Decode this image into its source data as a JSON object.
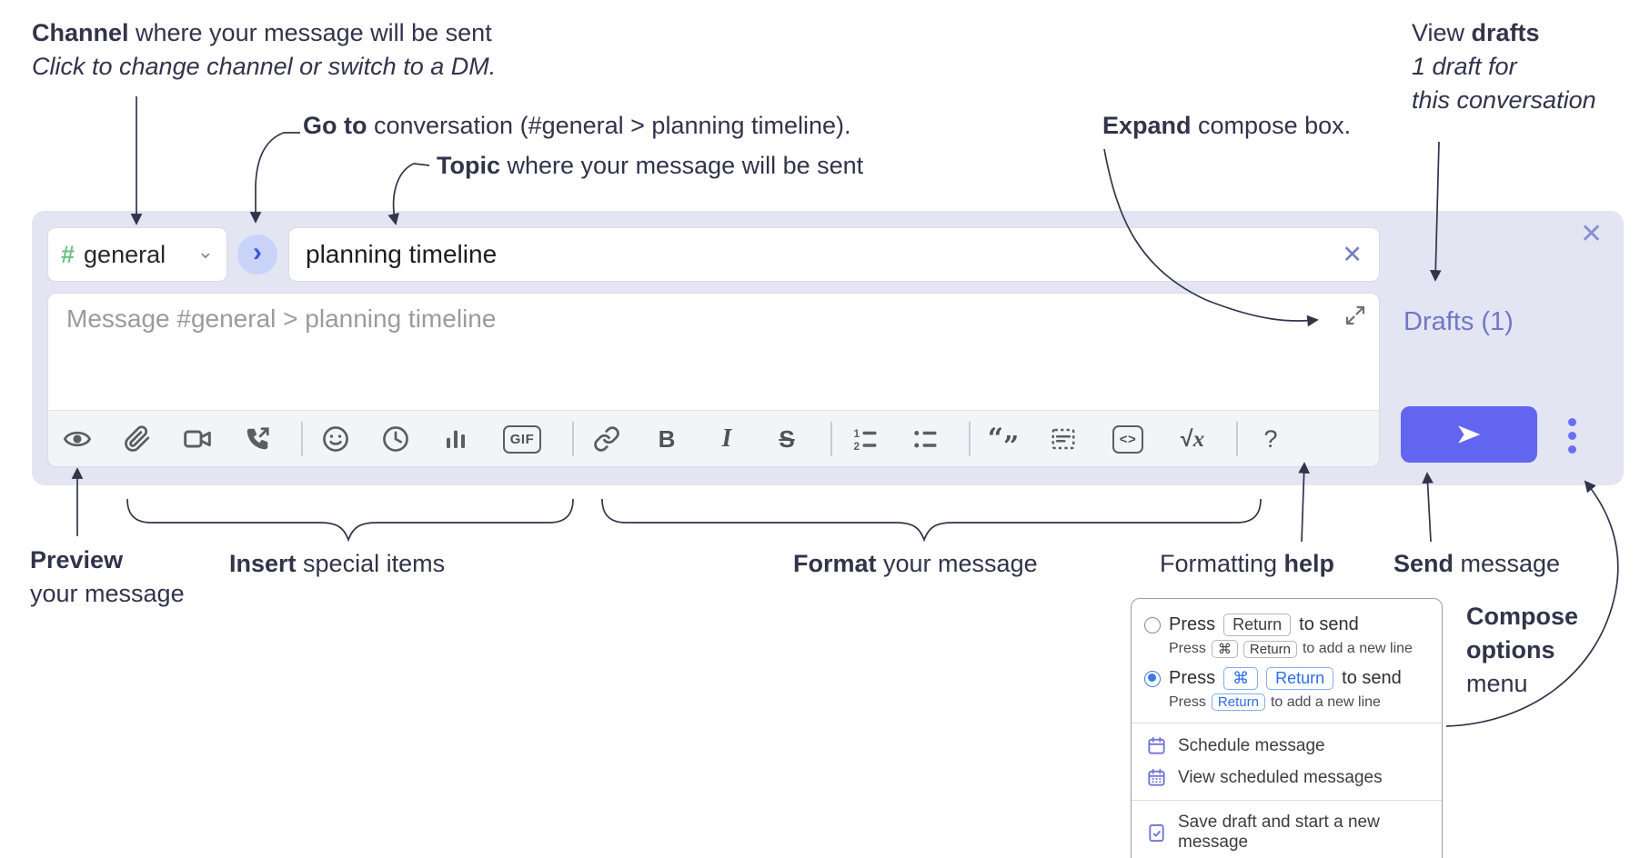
{
  "annotations": {
    "channel": {
      "bold": "Channel",
      "rest": " where your message will be sent",
      "line2": "Click to change channel or switch to a DM."
    },
    "goto": {
      "bold": "Go to",
      "rest": " conversation (#general > planning timeline)."
    },
    "topic": {
      "bold": "Topic",
      "rest": " where your message will be sent"
    },
    "expand": {
      "bold": "Expand",
      "rest": " compose box."
    },
    "view_drafts": {
      "pre": "View ",
      "bold": "drafts",
      "line2": "1 draft for",
      "line3": "this conversation"
    },
    "preview": {
      "bold": "Preview",
      "line2": "your message"
    },
    "insert": {
      "bold": "Insert",
      "rest": " special items"
    },
    "format": {
      "bold": "Format",
      "rest": " your message"
    },
    "formatting_help": {
      "pre": "Formatting ",
      "bold": "help"
    },
    "send": {
      "bold": "Send",
      "rest": " message"
    },
    "compose_options": {
      "line1": "Compose",
      "line2": "options",
      "line3": "menu"
    }
  },
  "compose": {
    "channel_selector": {
      "hash": "#",
      "label": "general",
      "chevron": "⌄"
    },
    "goto_button": {
      "chevron": "›"
    },
    "topic_input": {
      "value": "planning timeline",
      "clear": "✕"
    },
    "message_input": {
      "placeholder": "Message #general > planning timeline"
    },
    "drafts_link": "Drafts (1)",
    "close": "✕"
  },
  "toolbar": {
    "gif": "GIF",
    "bold": "B",
    "italic": "I",
    "strike": "S",
    "ol_1": "1",
    "ol_2": "2",
    "quote_open": "“",
    "quote_close": "”",
    "code": "<>",
    "math_root": "√",
    "math_x": "x",
    "help": "?"
  },
  "options_menu": {
    "return_to_send": {
      "press": "Press",
      "key_return": "Return",
      "tail": "to send",
      "sub_press": "Press",
      "sub_key_cmd": "⌘",
      "sub_key_return": "Return",
      "sub_tail": "to add a new line",
      "selected": false
    },
    "cmd_return_to_send": {
      "press": "Press",
      "key_cmd": "⌘",
      "key_return": "Return",
      "tail": "to send",
      "sub_press": "Press",
      "sub_key_return": "Return",
      "sub_tail": "to add a new line",
      "selected": true
    },
    "items": [
      {
        "icon": "calendar-icon",
        "label": "Schedule message"
      },
      {
        "icon": "calendar-grid-icon",
        "label": "View scheduled messages"
      },
      {
        "icon": "save-draft-icon",
        "label": "Save draft and start a new message"
      }
    ]
  },
  "colors": {
    "container_bg": "#e3e5f3",
    "send_button": "#6165ef",
    "drafts_link": "#7077c7",
    "hash_green": "#6fc186",
    "goto_circle": "#c9d2f7",
    "goto_chevron": "#3a57d8",
    "radio_selected": "#3a7be0",
    "key_blue": "#2e6de8",
    "menu_icon_purple": "#7376d8",
    "annotation_ink": "#31344a",
    "toolbar_icon": "#5c5d62"
  }
}
